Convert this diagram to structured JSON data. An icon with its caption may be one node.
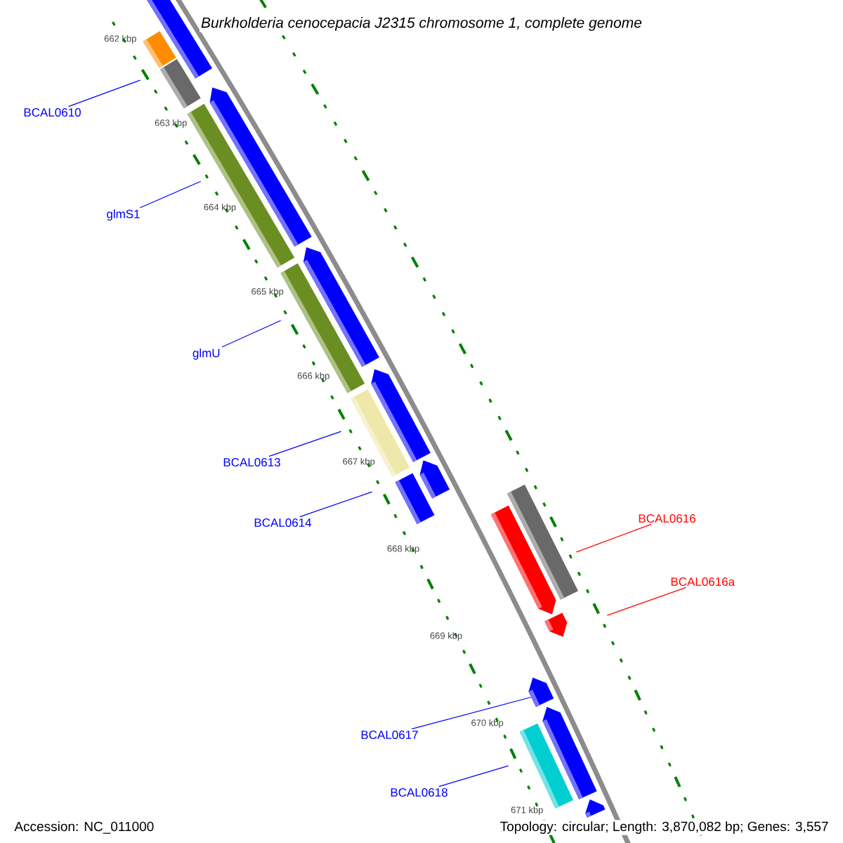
{
  "diagram": {
    "title": "Burkholderia cenocepacia J2315 chromosome 1, complete genome",
    "nodes": [
      {
        "text": [
          "BCAL0610"
        ]
      },
      {
        "text": [],
        "shape": "bar"
      },
      {
        "text": [
          "glmS1"
        ]
      },
      {
        "text": [],
        "shape": "bar"
      },
      {
        "text": [
          "glmU"
        ]
      },
      {
        "text": [],
        "shape": "bar"
      },
      {
        "text": [
          "BCAL0613"
        ]
      },
      {
        "text": [],
        "shape": "bar"
      },
      {
        "text": [
          "BCAL0614"
        ]
      },
      {
        "text": [],
        "shape": "bar"
      },
      {
        "text": [
          "BCAL0616"
        ]
      },
      {
        "text": [],
        "shape": "bar"
      },
      {
        "text": [
          "BCAL0616a"
        ]
      },
      {
        "text": [],
        "shape": "bar"
      },
      {
        "text": [
          "BCAL0617"
        ]
      },
      {
        "text": [],
        "shape": "bar"
      },
      {
        "text": [
          "BCAL0618"
        ]
      },
      {
        "text": [],
        "shape": "bar"
      },
      {
        "text": [],
        "shape": "bar"
      },
      {
        "text": [],
        "shape": "bar"
      },
      {
        "text": [],
        "shape": "bar"
      },
      {
        "text": [],
        "shape": "bar"
      },
      {
        "text": [],
        "shape": "bar"
      },
      {
        "text": [],
        "shape": "bar"
      },
      {
        "text": [],
        "shape": "bar"
      },
      {
        "text": [],
        "shape": "bar"
      },
      {
        "text": [],
        "shape": "bar"
      }
    ],
    "edges": [
      {
        "from": 0,
        "to": 1,
        "arrow": "none"
      },
      {
        "from": 2,
        "to": 3,
        "arrow": "none"
      },
      {
        "from": 4,
        "to": 5,
        "arrow": "none"
      },
      {
        "from": 6,
        "to": 7,
        "arrow": "none"
      },
      {
        "from": 8,
        "to": 9,
        "arrow": "none"
      },
      {
        "from": 10,
        "to": 11,
        "arrow": "none",
        "color": "#ff0000"
      },
      {
        "from": 12,
        "to": 13,
        "arrow": "none",
        "color": "#ff0000"
      },
      {
        "from": 14,
        "to": 15,
        "arrow": "none"
      },
      {
        "from": 16,
        "to": 17,
        "arrow": "none"
      }
    ],
    "labels": [
      "662 kbp",
      "663 kbp",
      "664 kbp",
      "665 kbp",
      "666 kbp",
      "667 kbp",
      "668 kbp",
      "669 kbp",
      "670 kbp",
      "671 kbp",
      "Accession: NC_011000",
      "Topology: circular; Length: 3,870,082 bp; Genes: 3,557"
    ]
  }
}
